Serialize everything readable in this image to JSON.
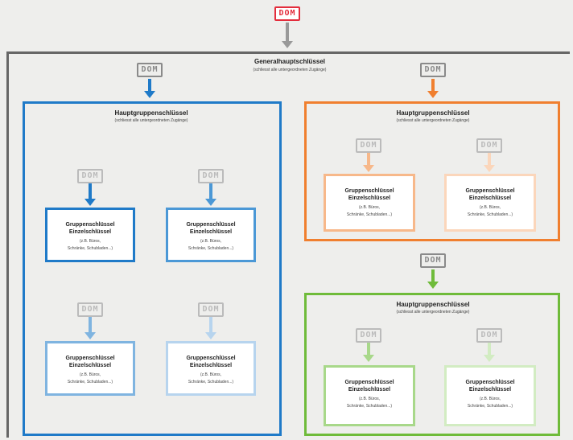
{
  "logo_text": "DOM",
  "colors": {
    "gray": "#999999",
    "red": "#e32d3c",
    "blue": "#1f7ac8",
    "blue_light": "#7fb4e0",
    "blue_pale": "#b7d4ee",
    "orange": "#f07f2f",
    "orange_light": "#f7b88a",
    "orange_pale": "#fbd6bb",
    "green": "#6fbb3a",
    "green_light": "#a8d88a",
    "green_pale": "#d2ecc2"
  },
  "general": {
    "title": "Generalhauptschlüssel",
    "subtitle": "(schliesst alle untergeordneten Zugänge)"
  },
  "main_groups": [
    {
      "title": "Hauptgruppenschlüssel",
      "subtitle": "(schliesst alle untergeordneten Zugänge)"
    },
    {
      "title": "Hauptgruppenschlüssel",
      "subtitle": "(schliesst alle untergeordneten Zugänge)"
    },
    {
      "title": "Hauptgruppenschlüssel",
      "subtitle": "(schliesst alle untergeordneten Zugänge)"
    }
  ],
  "group_key": {
    "title1": "Gruppenschlüssel",
    "title2": "Einzelschlüssel",
    "desc1": "(z.B. Büros,",
    "desc2": "Schränke, Schubladen...)"
  }
}
